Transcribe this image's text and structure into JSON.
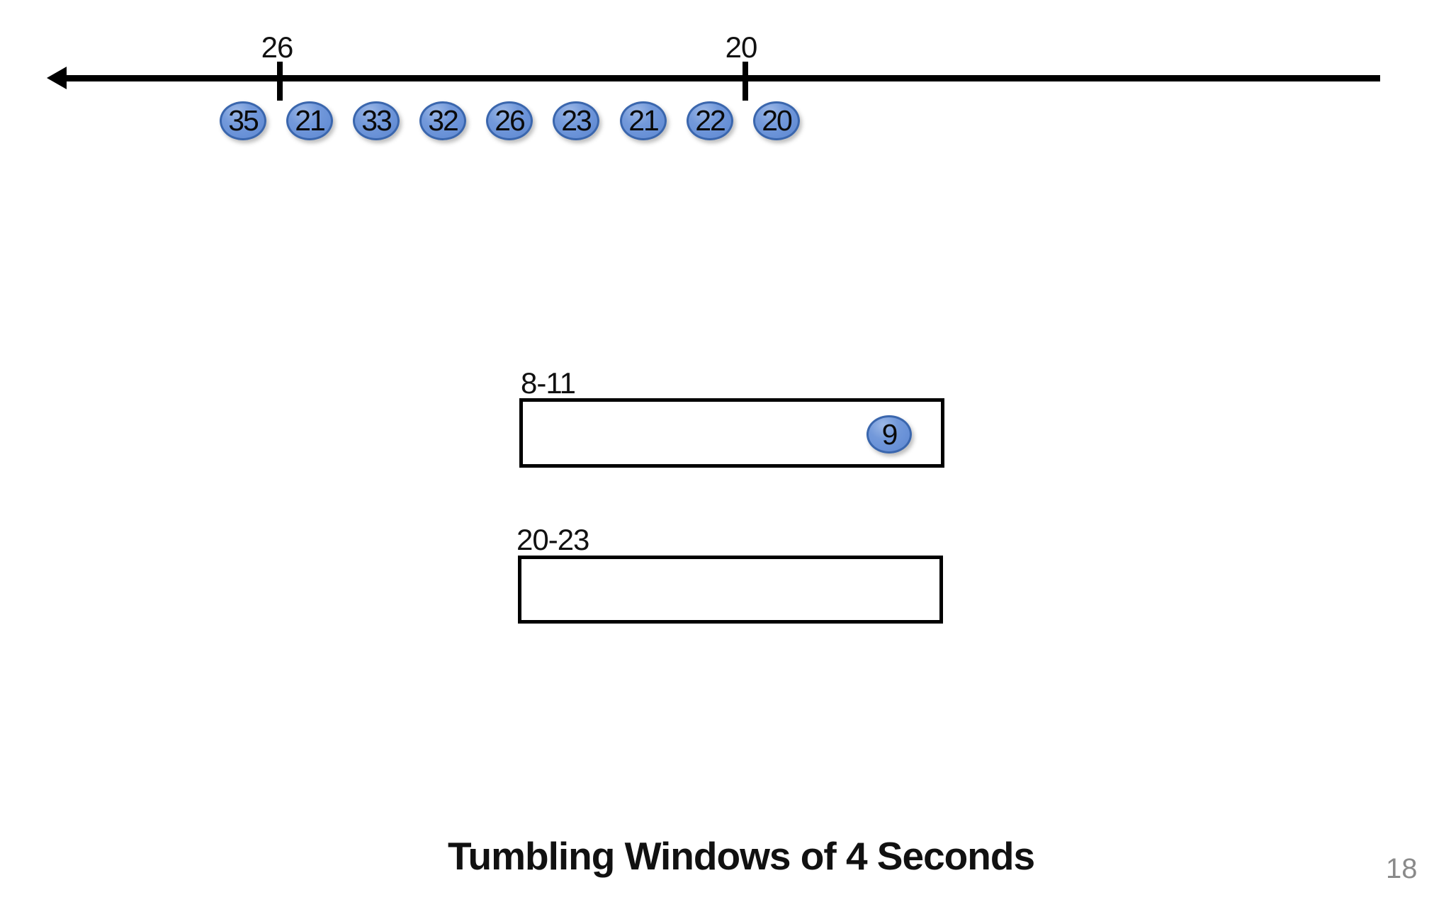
{
  "slide": {
    "title": "Tumbling Windows of 4 Seconds",
    "page_number": "18"
  },
  "timeline": {
    "description": "horizontal time axis with arrowhead pointing left",
    "ticks": [
      {
        "label": "26"
      },
      {
        "label": "20"
      }
    ],
    "events": [
      "35",
      "21",
      "33",
      "32",
      "26",
      "23",
      "21",
      "22",
      "20"
    ]
  },
  "windows": [
    {
      "label": "8-11",
      "events": [
        "9"
      ]
    },
    {
      "label": "20-23",
      "events": []
    }
  ],
  "colors": {
    "event_fill": "#6b93d8",
    "event_fill_highlight": "#9cb8e7",
    "event_border": "#3a66ad",
    "axis": "#000000",
    "box_border": "#000000",
    "title_text": "#111111",
    "page_number_text": "#8a8a8a",
    "background": "#ffffff"
  }
}
